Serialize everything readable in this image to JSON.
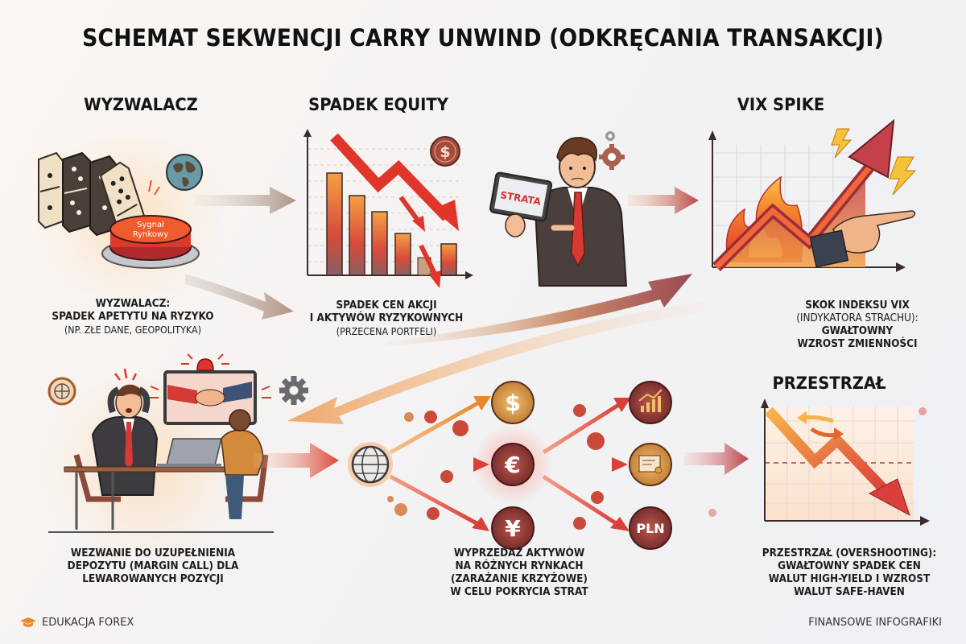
{
  "title": "SCHEMAT SEKWENCJI CARRY UNWIND (ODKRĘCANIA TRANSAKCJI)",
  "stages": {
    "trigger": {
      "title": "WYZWALACZ",
      "button_label_line1": "Sygnał",
      "button_label_line2": "Rynkowy",
      "caption_line1": "WYZWALACZ:",
      "caption_line2": "SPADEK APETYTU NA RYZYKO",
      "caption_sub": "(NP. ZŁE DANE, GEOPOLITYKA)"
    },
    "equity_drop": {
      "title": "SPADEK EQUITY",
      "tablet_label": "STRATA",
      "coin_symbol": "$",
      "caption_line1": "SPADEK CEN AKCJI",
      "caption_line2": "I AKTYWÓW RYZYKOWNYCH",
      "caption_sub": "(PRZECENA PORTFELI)"
    },
    "vix_spike": {
      "title": "VIX SPIKE",
      "caption_line1": "SKOK INDEKSU VIX",
      "caption_line2": "(INDYKATORA STRACHU): GWAŁTOWNY",
      "caption_line3": "WZROST ZMIENNOŚCI"
    },
    "margin_call": {
      "caption_line1": "WEZWANIE DO UZUPEŁNIENIA",
      "caption_line2": "DEPOZYTU (MARGIN CALL) DLA",
      "caption_line3": "LEWAROWANYCH POZYCJI"
    },
    "contagion": {
      "nodes": [
        "$",
        "€",
        "¥",
        "PLN"
      ],
      "caption_line1": "WYPRZEDAŻ AKTYWÓW",
      "caption_line2": "NA RÓŻNYCH RYNKACH",
      "caption_line3": "(ZARAŻANIE KRZYŻOWE)",
      "caption_line4": "W CELU POKRYCIA STRAT"
    },
    "overshoot": {
      "title": "PRZESTRZAŁ",
      "caption_line1": "PRZESTRZAŁ (OVERSHOOTING):",
      "caption_line2": "GWAŁTOWNY SPADEK CEN",
      "caption_line3": "WALUT HIGH-YIELD I WZROST",
      "caption_line4": "WALUT SAFE-HAVEN"
    }
  },
  "footer": {
    "left": "EDUKACJA FOREX",
    "right": "FINANSOWE INFOGRAFIKI"
  },
  "colors": {
    "accent_red": "#e0352b",
    "accent_orange": "#f5a144",
    "dark_maroon": "#7b2e2e",
    "coin_gold": "#d99a3e"
  }
}
